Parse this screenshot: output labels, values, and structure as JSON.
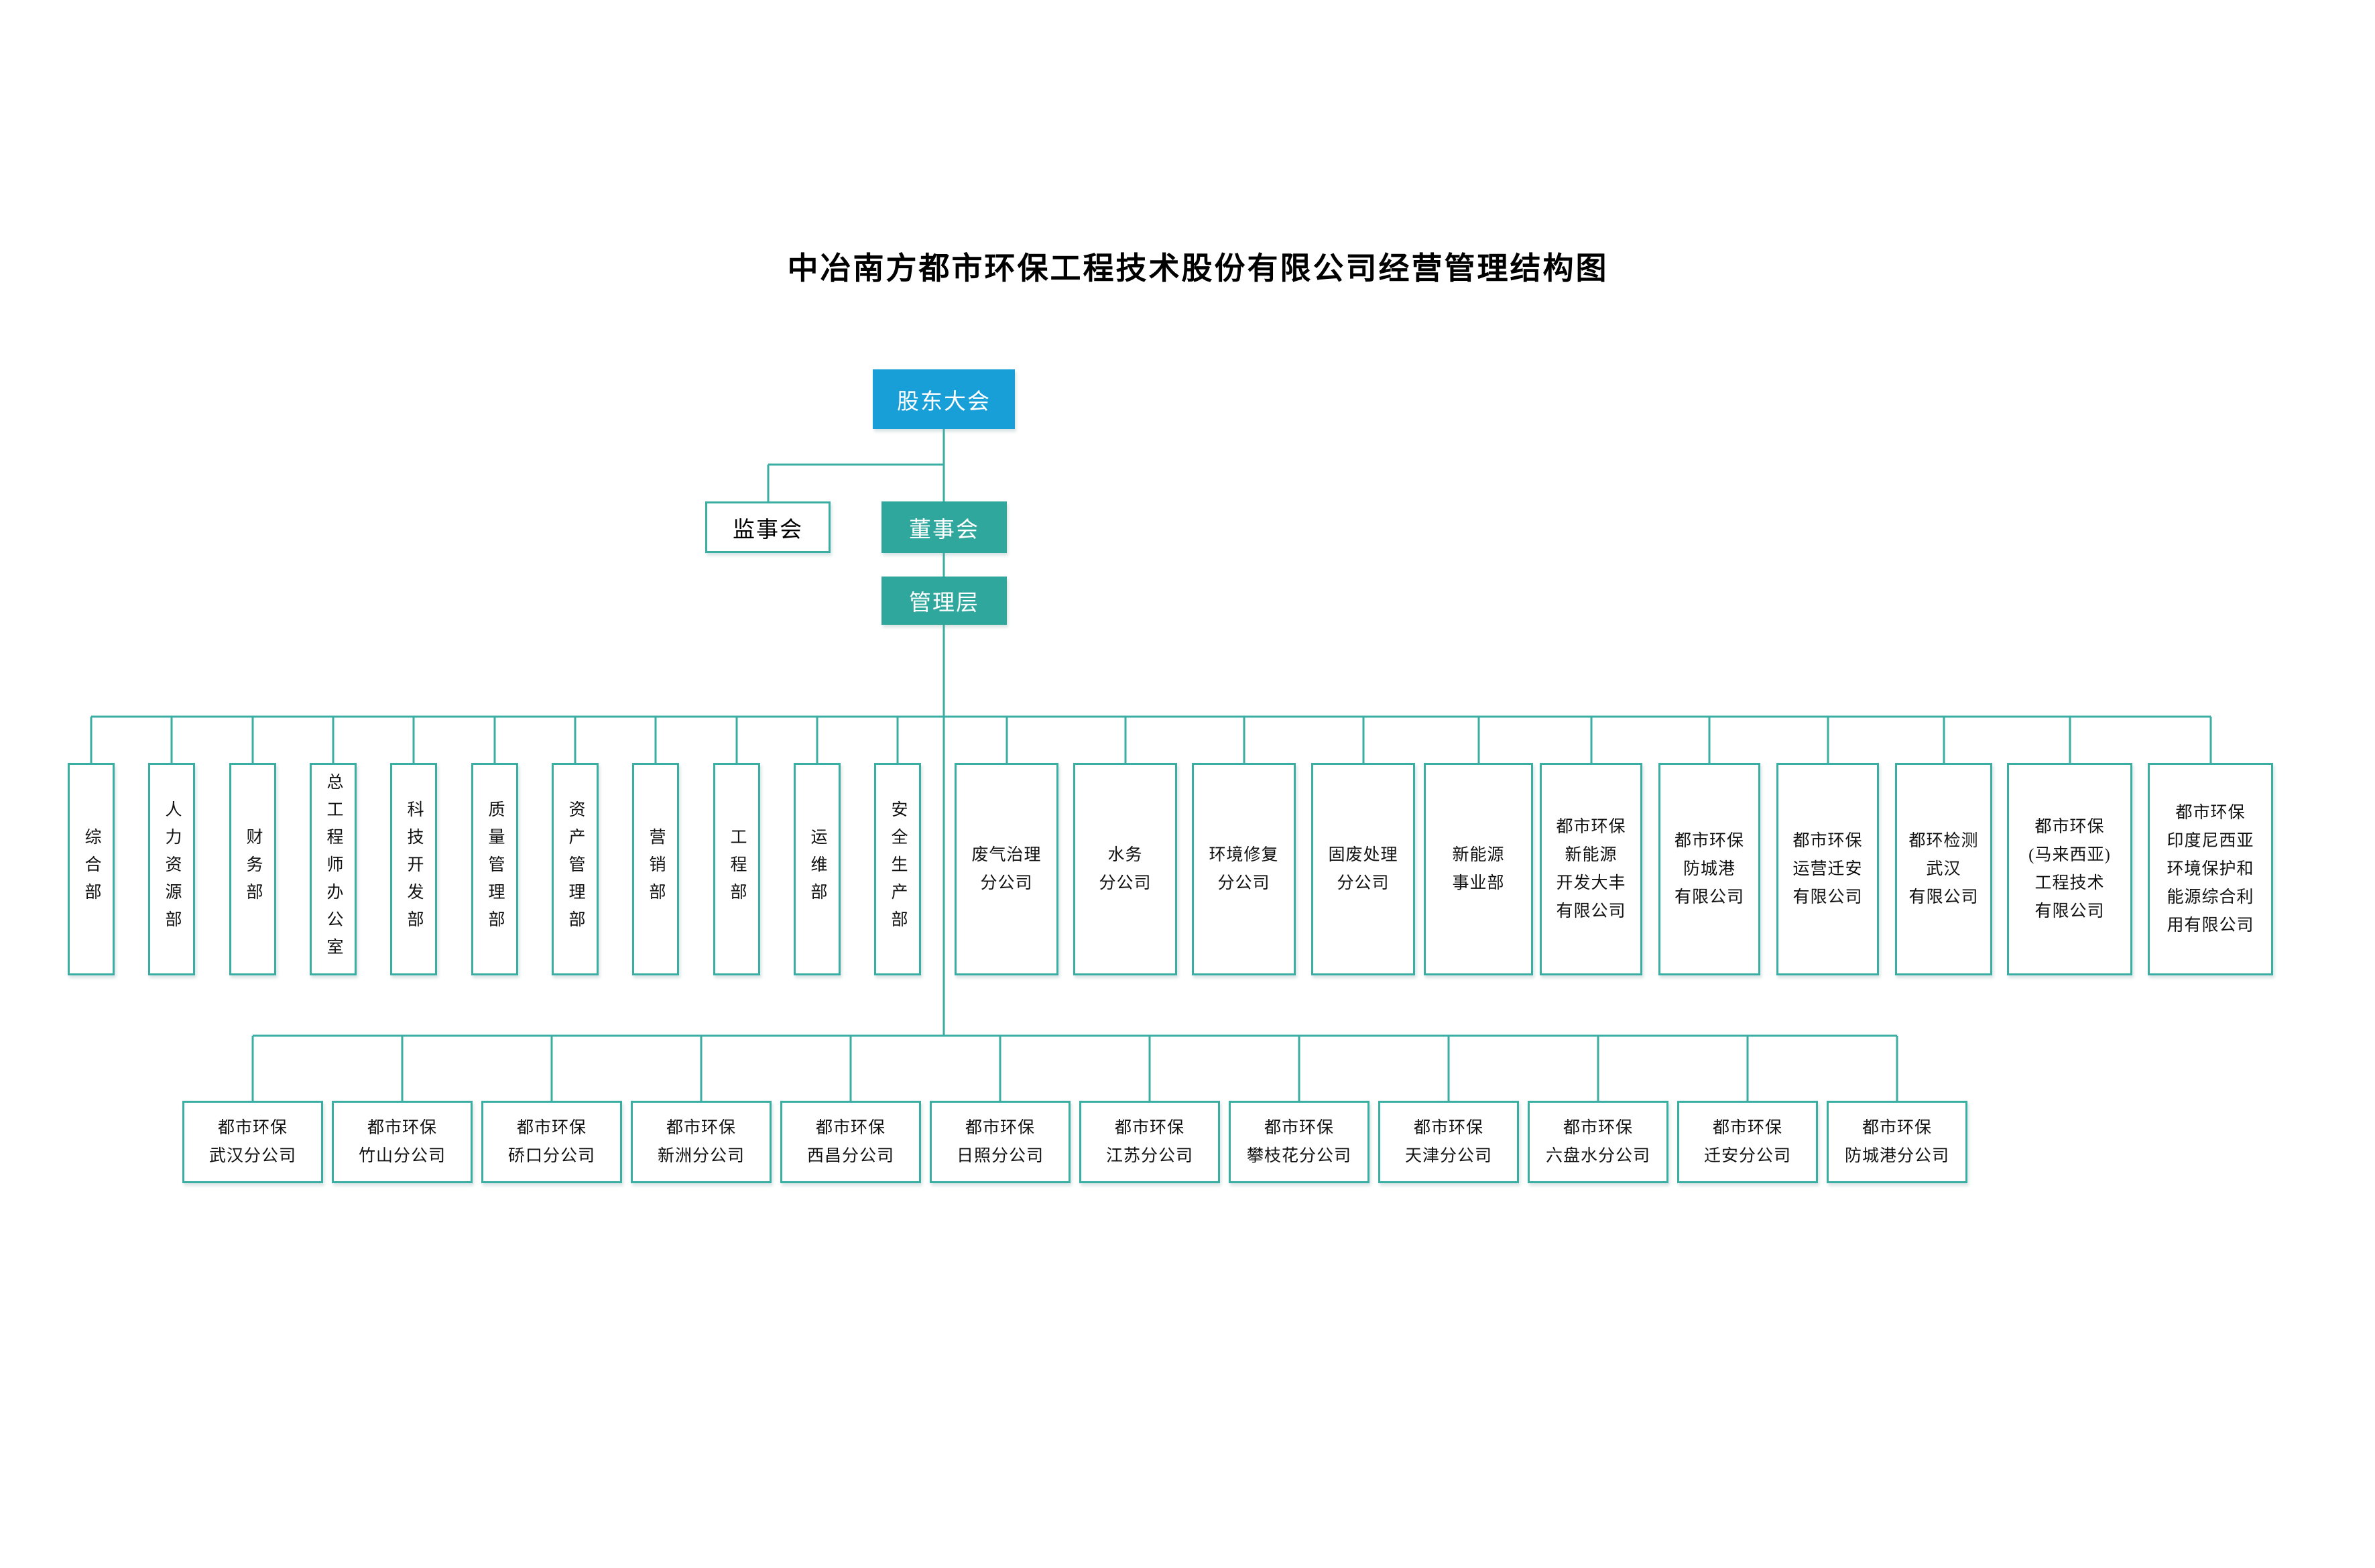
{
  "title": "中冶南方都市环保工程技术股份有限公司经营管理结构图",
  "colors": {
    "primary_blue": "#189FD8",
    "teal_fill": "#2FA79C",
    "line_teal": "#3AAEA3",
    "text_black": "#111111",
    "text_white": "#FFFFFF"
  },
  "nodes": {
    "shareholders_meeting": "股东大会",
    "supervisory_board": "监事会",
    "board_of_directors": "董事会",
    "management": "管理层"
  },
  "departments": [
    "综合部",
    "人力资源部",
    "财务部",
    "总工程师办公室",
    "科技开发部",
    "质量管理部",
    "资产管理部",
    "营销部",
    "工程部",
    "运维部",
    "安全生产部"
  ],
  "branches": [
    "废气治理\n分公司",
    "水务\n分公司",
    "环境修复\n分公司",
    "固废处理\n分公司",
    "新能源\n事业部",
    "都市环保\n新能源\n开发大丰\n有限公司",
    "都市环保\n防城港\n有限公司",
    "都市环保\n运营迁安\n有限公司",
    "都环检测\n武汉\n有限公司",
    "都市环保\n(马来西亚)\n工程技术\n有限公司",
    "都市环保\n印度尼西亚\n环境保护和\n能源综合利\n用有限公司"
  ],
  "subsidiaries": [
    "都市环保\n武汉分公司",
    "都市环保\n竹山分公司",
    "都市环保\n硚口分公司",
    "都市环保\n新洲分公司",
    "都市环保\n西昌分公司",
    "都市环保\n日照分公司",
    "都市环保\n江苏分公司",
    "都市环保\n攀枝花分公司",
    "都市环保\n天津分公司",
    "都市环保\n六盘水分公司",
    "都市环保\n迁安分公司",
    "都市环保\n防城港分公司"
  ]
}
